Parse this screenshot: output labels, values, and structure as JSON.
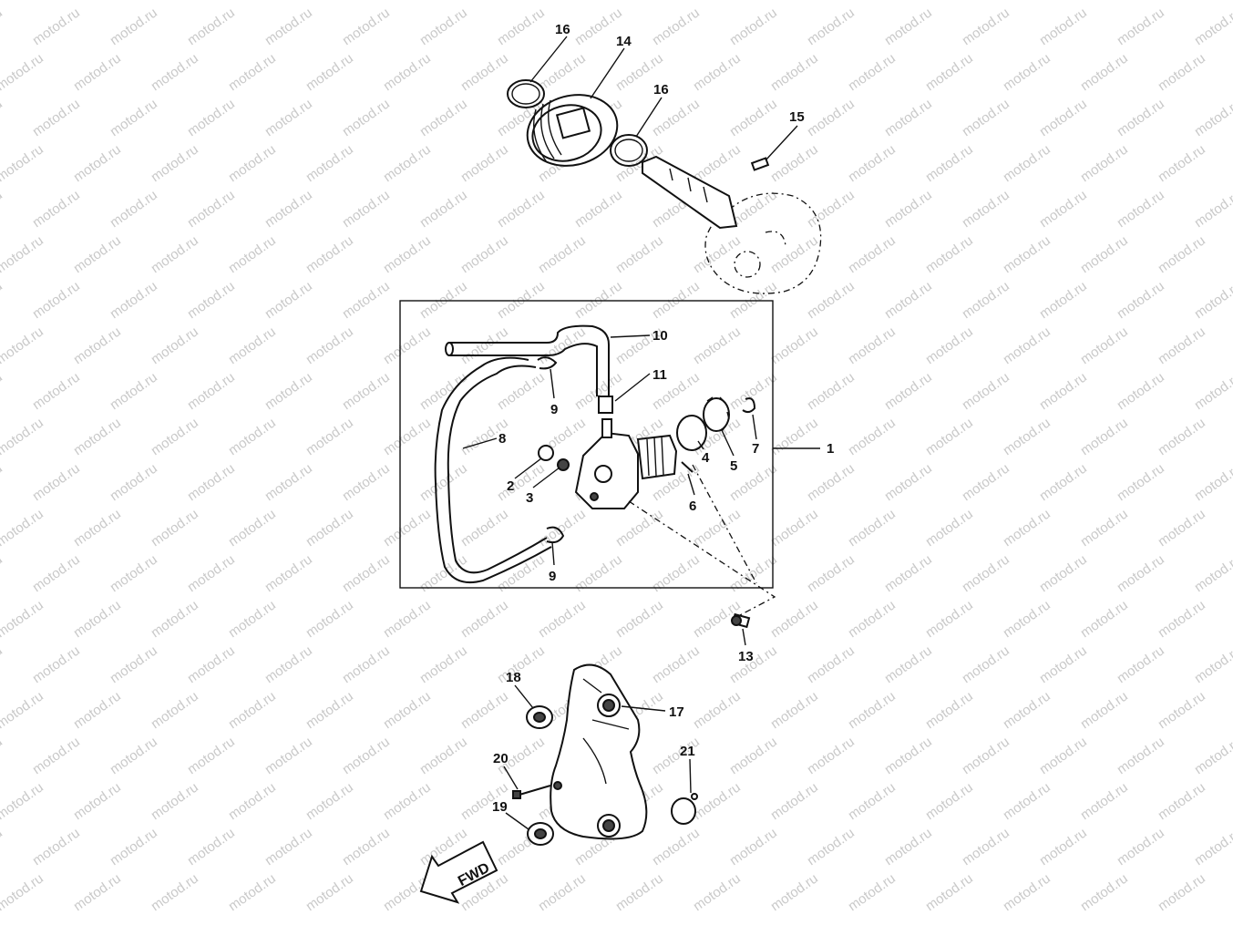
{
  "watermark": "motod.ru",
  "callouts": {
    "c1": "1",
    "c2": "2",
    "c3": "3",
    "c4": "4",
    "c5": "5",
    "c6": "6",
    "c7": "7",
    "c8": "8",
    "c9a": "9",
    "c9b": "9",
    "c10": "10",
    "c11": "11",
    "c13": "13",
    "c14": "14",
    "c15": "15",
    "c16a": "16",
    "c16b": "16",
    "c17": "17",
    "c18": "18",
    "c19": "19",
    "c20": "20",
    "c21": "21"
  },
  "fwd_label": "FWD",
  "icons": {
    "fwd_arrow": "fwd-arrow-icon"
  }
}
